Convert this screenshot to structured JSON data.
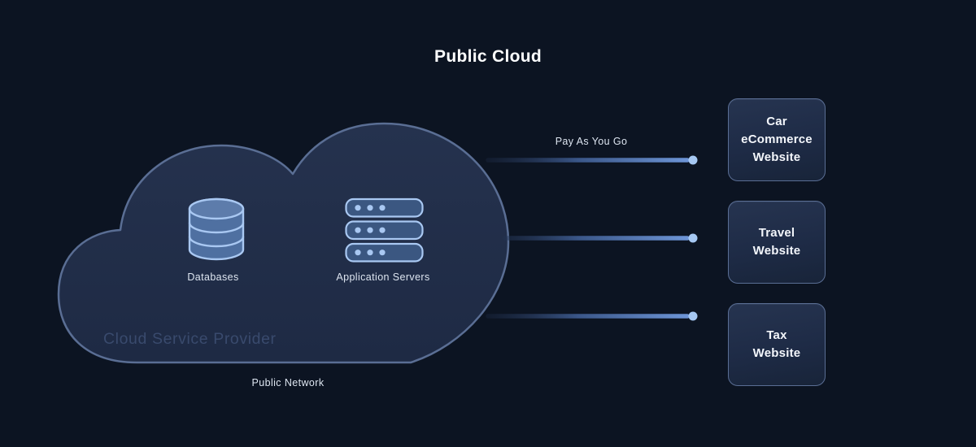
{
  "title": "Public Cloud",
  "colors": {
    "background": "#0c1422",
    "cloud_fill": "#212e49",
    "cloud_stroke": "#5a6e94",
    "box_border": "#5a6e94",
    "box_fill": "#1f2c47",
    "connector_blue": "#6e96d8",
    "endpoint_dot": "#a6c8f3",
    "icon_stroke": "#a9c8f2",
    "database_fill": "#4f70a1",
    "server_fill": "#3b5781",
    "label_text": "#dde5f0",
    "muted_label": "#394a6d"
  },
  "cloud": {
    "provider_label": "Cloud Service Provider",
    "network_label": "Public Network",
    "components": [
      {
        "id": "databases",
        "label": "Databases",
        "icon": "database-icon"
      },
      {
        "id": "app-servers",
        "label": "Application Servers",
        "icon": "server-stack-icon"
      }
    ]
  },
  "connections": {
    "label": "Pay As You Go",
    "count": 3
  },
  "websites": [
    {
      "label": "Car\neCommerce\nWebsite"
    },
    {
      "label": "Travel\nWebsite"
    },
    {
      "label": "Tax\nWebsite"
    }
  ]
}
